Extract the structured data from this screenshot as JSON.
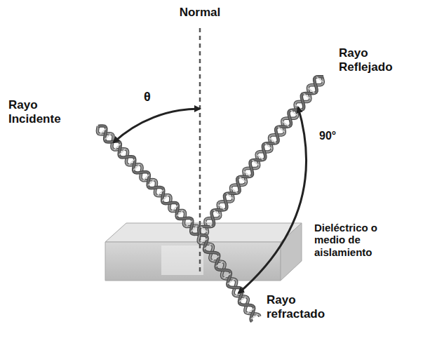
{
  "diagram": {
    "labels": [
      "Normal",
      "θ",
      "Rayo Incidente",
      "Rayo Reflejado",
      "90°",
      "Dieléctrico o medio de aislamiento",
      "Rayo refractado"
    ]
  }
}
